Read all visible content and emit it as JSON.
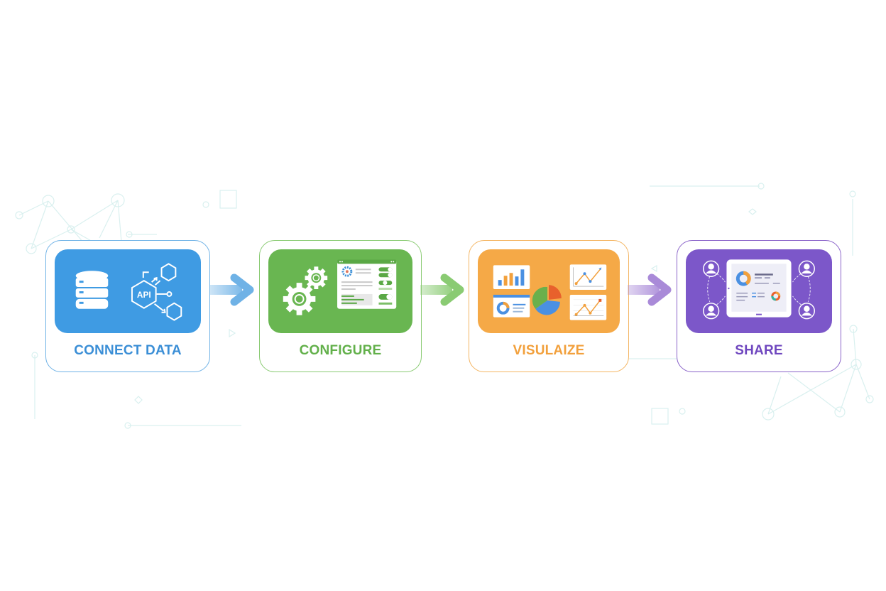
{
  "diagram": {
    "type": "process-flow",
    "direction": "left-to-right",
    "steps": [
      {
        "index": 1,
        "label": "CONNECT DATA",
        "color": "#3f9be3",
        "icons": [
          "database-icon",
          "api-hexagon-icon"
        ],
        "icon_text": "API"
      },
      {
        "index": 2,
        "label": "CONFIGURE",
        "color": "#69b651",
        "icons": [
          "gears-icon",
          "settings-window-icon"
        ]
      },
      {
        "index": 3,
        "label": "VISULAIZE",
        "color": "#f5a947",
        "icons": [
          "bar-chart-icon",
          "pie-chart-icon",
          "line-chart-icon",
          "donut-report-icon",
          "line-chart-icon"
        ]
      },
      {
        "index": 4,
        "label": "SHARE",
        "color": "#7c57c9",
        "icons": [
          "user-icon",
          "tablet-dashboard-icon",
          "user-icon",
          "user-icon",
          "user-icon"
        ]
      }
    ],
    "connectors": [
      {
        "from": 1,
        "to": 2,
        "color": "#6fb2e6",
        "icon": "arrow-right-icon"
      },
      {
        "from": 2,
        "to": 3,
        "color": "#8acb73",
        "icon": "arrow-right-icon"
      },
      {
        "from": 3,
        "to": 4,
        "color": "#a98ad8",
        "icon": "arrow-right-icon"
      }
    ],
    "background": {
      "color": "#ffffff",
      "decoration": "faint teal network lines and nodes",
      "decoration_color": "#d6efee"
    }
  }
}
